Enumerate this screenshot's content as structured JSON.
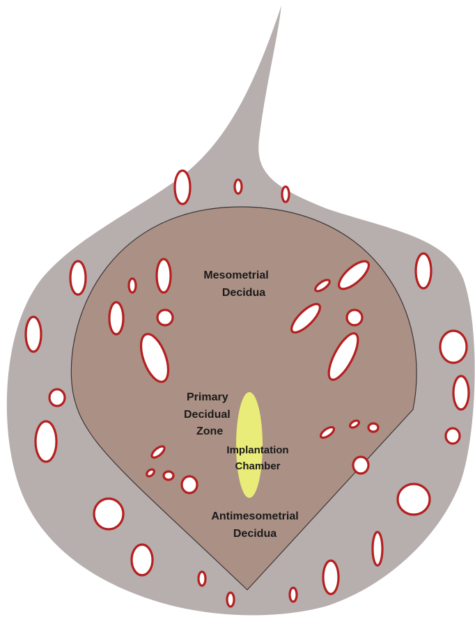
{
  "colors": {
    "outer_tissue": "#b7aeae",
    "decidua": "#ab9085",
    "implantation_chamber": "#e9ec78",
    "vessel_stroke": "#b51f1f",
    "vessel_fill": "#ffffff",
    "outline": "#3b3434"
  },
  "labels": {
    "mesometrial": [
      "Mesometrial",
      "Decidua"
    ],
    "primary": [
      "Primary",
      "Decidual",
      "Zone"
    ],
    "implantation": [
      "Implantation",
      "Chamber"
    ],
    "antimesometrial": [
      "Antimesometrial",
      "Decidua"
    ]
  }
}
